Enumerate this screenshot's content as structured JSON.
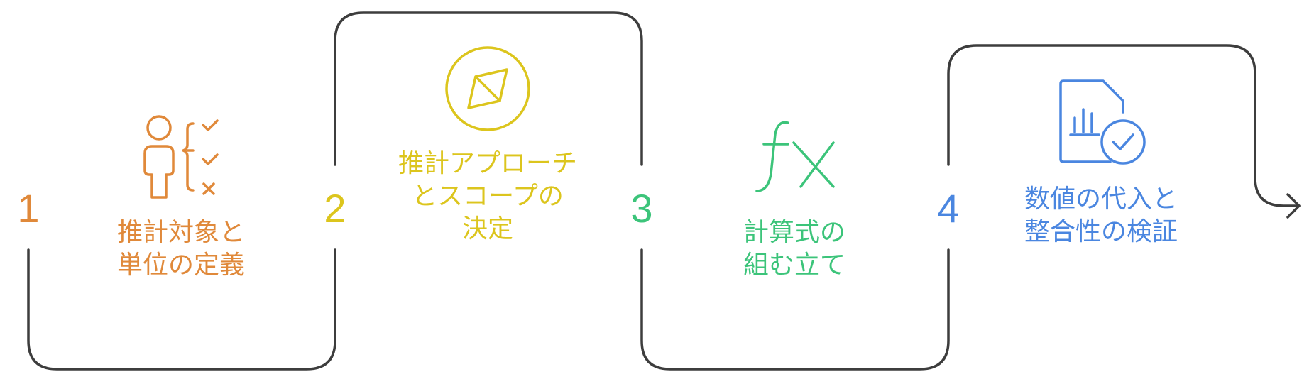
{
  "colors": {
    "connector": "#3d3d3d",
    "step1": "#e0893a",
    "step2": "#dcc51d",
    "step3": "#3cc47a",
    "step4": "#4a86e0"
  },
  "steps": [
    {
      "number": "1",
      "label": "推計対象と\n単位の定義",
      "icon": "person-checklist-icon",
      "color": "#e0893a"
    },
    {
      "number": "2",
      "label": "推計アプローチ\nとスコープの\n決定",
      "icon": "compass-icon",
      "color": "#dcc51d"
    },
    {
      "number": "3",
      "label": "計算式の\n組む立て",
      "icon": "function-fx-icon",
      "color": "#3cc47a"
    },
    {
      "number": "4",
      "label": "数値の代入と\n整合性の検証",
      "icon": "report-check-icon",
      "color": "#4a86e0"
    }
  ]
}
